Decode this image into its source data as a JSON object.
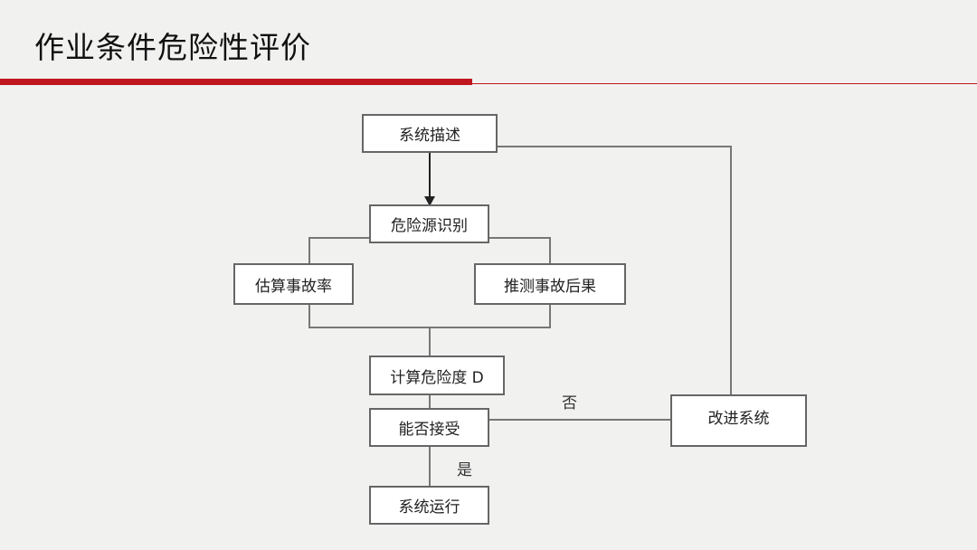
{
  "title": "作业条件危险性评价",
  "accent_color": "#c0161d",
  "flowchart": {
    "nodes": {
      "describe": "系统描述",
      "identify": "危险源识别",
      "estimate": "估算事故率",
      "infer": "推测事故后果",
      "compute": "计算危险度 D",
      "accept": "能否接受",
      "improve": "改进系统",
      "run": "系统运行"
    },
    "edge_labels": {
      "no": "否",
      "yes": "是"
    }
  }
}
